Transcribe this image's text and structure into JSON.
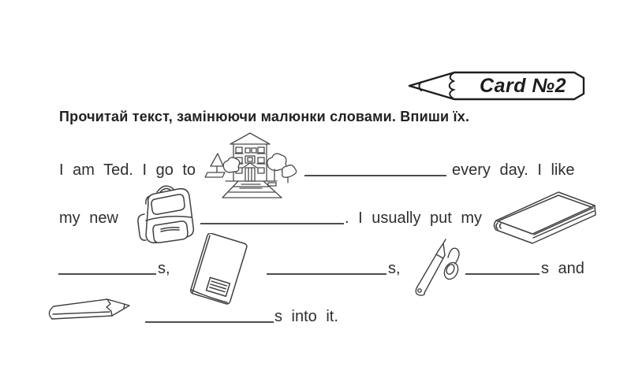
{
  "banner": {
    "label": "Card №2",
    "icon": "pencil-banner-icon"
  },
  "instruction": "Прочитай текст, замінюючи малюнки словами. Впиши їх.",
  "exercise": {
    "text": {
      "line1_start": "I am Ted. I go to",
      "line1_end": "every day. I like",
      "line2_start": "my new",
      "line2_mid": ". I usually put my",
      "line3_plural1": "s,",
      "line3_plural2": "s,",
      "line3_end": "s and",
      "line4_end": "s into it."
    },
    "images": {
      "school": "school-building-drawing",
      "backpack": "backpack-drawing",
      "book": "book-drawing",
      "notebook": "notebook-drawing",
      "pen": "pen-drawing",
      "pencil": "pencil-drawing"
    },
    "blanks": {
      "count": 6,
      "value": ""
    }
  },
  "colors": {
    "ink": "#2f2f2f",
    "line_gray": "#4d4d4d",
    "background": "#ffffff"
  }
}
